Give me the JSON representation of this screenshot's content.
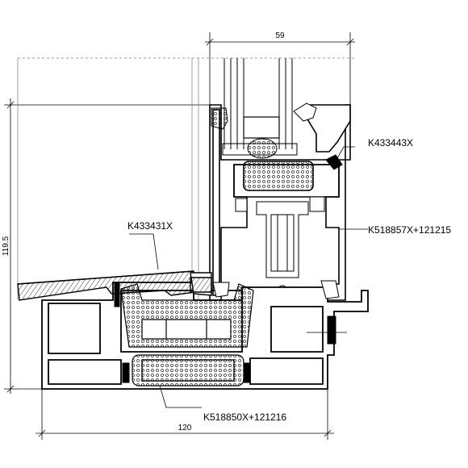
{
  "dimensions": {
    "top_width": "59",
    "total_height": "119.5",
    "bottom_width": "120"
  },
  "part_labels": {
    "glazing_bead": "K433443X",
    "sill_board": "K433431X",
    "sash_profile": "K518857X+121215",
    "frame_profile": "K518850X+121216"
  },
  "colors": {
    "line": "#000000",
    "fill": "#ffffff",
    "gray": "#888888"
  }
}
